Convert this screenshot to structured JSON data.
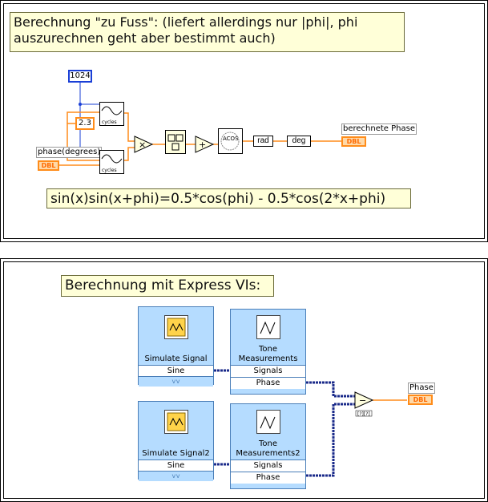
{
  "top_frame": {
    "title_line1": "Berechnung \"zu Fuss\": (liefert allerdings nur |phi|, phi",
    "title_line2": "auszurechnen geht aber bestimmt auch)",
    "const_1024": "1024",
    "const_2_3": "2.3",
    "phase_control_label": "phase(degrees)",
    "phase_control_type": "DBL",
    "sine_cycles_label": "cycles",
    "acos_label": "ACOS",
    "rad_label": "rad",
    "deg_label": "deg",
    "output_label": "berechnete Phase",
    "output_type": "DBL",
    "formula": "sin(x)sin(x+phi)=0.5*cos(phi) - 0.5*cos(2*x+phi)"
  },
  "bottom_frame": {
    "title": "Berechnung mit Express VIs:",
    "simulate_signal_1": {
      "title": "Simulate Signal",
      "output": "Sine"
    },
    "tone_measurements_1": {
      "title_line1": "Tone",
      "title_line2": "Measurements",
      "input": "Signals",
      "output": "Phase"
    },
    "simulate_signal_2": {
      "title": "Simulate Signal2",
      "output": "Sine"
    },
    "tone_measurements_2": {
      "title_line1": "Tone",
      "title_line2": "Measurements2",
      "input": "Signals",
      "output": "Phase"
    },
    "output_label": "Phase",
    "output_type": "DBL",
    "chevron": "˅˅"
  },
  "colors": {
    "wire_orange": "#ff8c1a",
    "wire_blue": "#1a3fd6",
    "wire_dynamic": "#1a2a8a",
    "express_bg": "#b5dcff",
    "label_bg": "#ffffd8"
  }
}
